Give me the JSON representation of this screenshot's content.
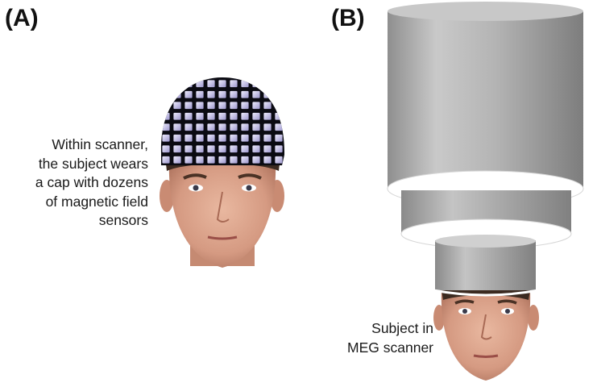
{
  "panels": {
    "a": {
      "label": "(A)",
      "caption": "Within scanner,\nthe subject wears\na cap with dozens\nof magnetic field\nsensors"
    },
    "b": {
      "label": "(B)",
      "caption": "Subject in\nMEG scanner"
    }
  },
  "colors": {
    "skin": "#d9a088",
    "hair": "#3b2a20",
    "sensor_fill": "#c7c2e6",
    "sensor_border": "#0b0b12",
    "cylinder": "#b0b0b0"
  }
}
